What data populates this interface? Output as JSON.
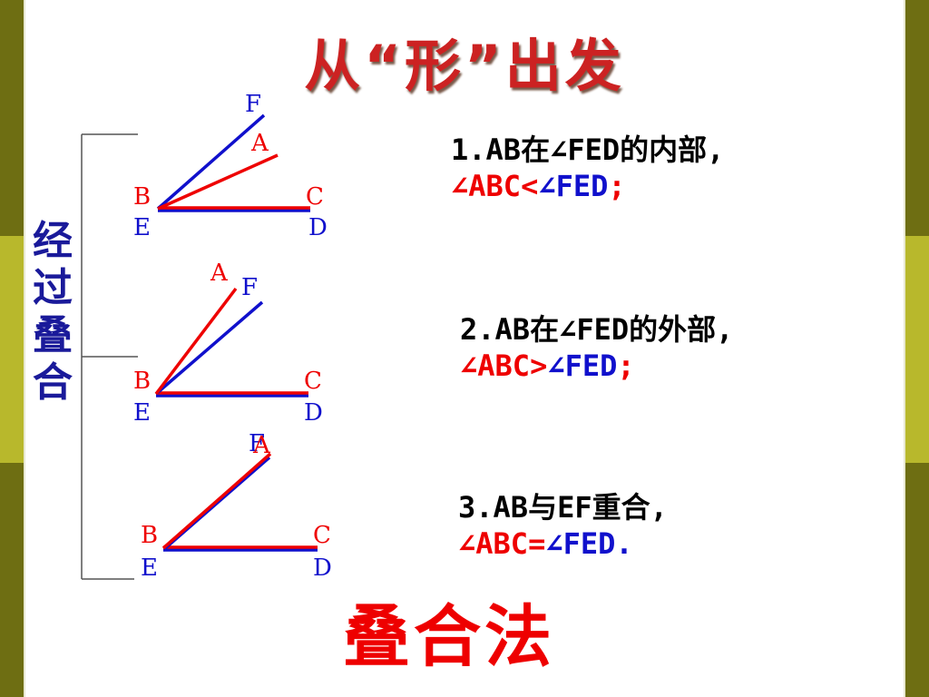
{
  "title": "从“形”出发",
  "side_label": [
    "经",
    "过",
    "叠",
    "合"
  ],
  "diagrams": [
    {
      "labels": {
        "F": "F",
        "A": "A",
        "B": "B",
        "E": "E",
        "C": "C",
        "D": "D"
      }
    },
    {
      "labels": {
        "A": "A",
        "F": "F",
        "B": "B",
        "E": "E",
        "C": "C",
        "D": "D"
      }
    },
    {
      "labels": {
        "FA": "F",
        "FA2": "A",
        "B": "B",
        "E": "E",
        "C": "C",
        "D": "D"
      }
    }
  ],
  "statements": [
    {
      "line1": "1.AB在∠FED的内部,",
      "angle_abc": "∠ABC",
      "op": "<",
      "angle_fed": "∠FED",
      "end": ";"
    },
    {
      "line1": "2.AB在∠FED的外部,",
      "angle_abc": "∠ABC",
      "op": ">",
      "angle_fed": "∠FED",
      "end": ";"
    },
    {
      "line1": "3.AB与EF重合,",
      "angle_abc": "∠ABC",
      "op": "=",
      "angle_fed": "∠FED",
      "end": "."
    }
  ],
  "method": "叠合法",
  "colors": {
    "red": "#ee0000",
    "blue": "#1010cc",
    "title": "#cc2222",
    "stripe_dark": "#6b6b10",
    "stripe_light": "#b5b52a"
  }
}
